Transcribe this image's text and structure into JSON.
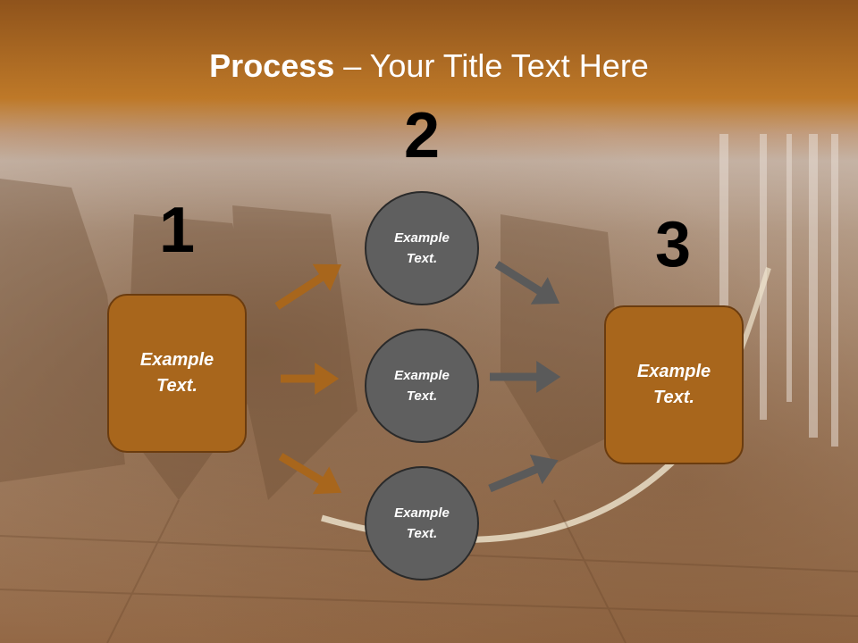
{
  "title": {
    "bold": "Process",
    "rest": " – Your Title Text Here"
  },
  "numbers": {
    "one": "1",
    "two": "2",
    "three": "3"
  },
  "steps": {
    "left_box": "Example\nText.",
    "right_box": "Example\nText.",
    "circles": [
      "Example\nText.",
      "Example\nText.",
      "Example\nText."
    ]
  },
  "colors": {
    "box_fill": "#a8661c",
    "box_border": "#6b3c0f",
    "circle_fill": "#5f5f5f",
    "orange_arrow": "#a8661c",
    "gray_arrow": "#5a5a5a",
    "title_bar": "#b8721f"
  }
}
